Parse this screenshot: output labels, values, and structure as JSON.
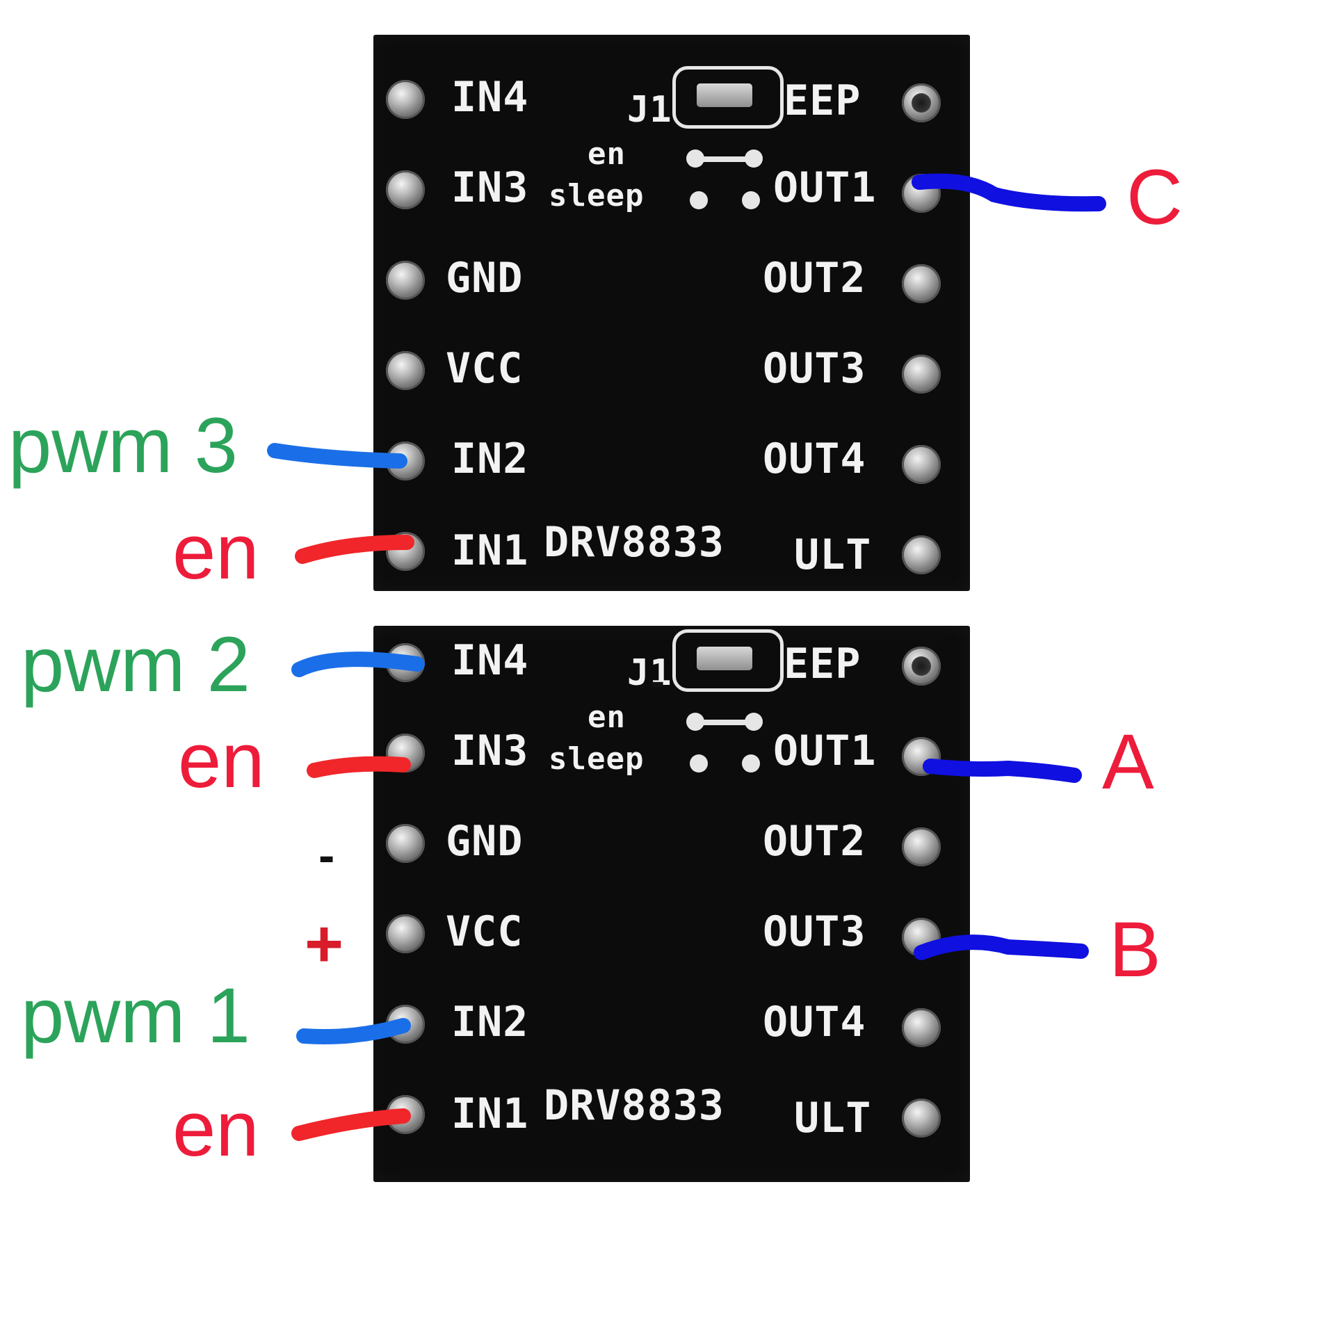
{
  "boards": [
    {
      "chip": "DRV8833",
      "jumper": "J1",
      "jumper_text_1": "en",
      "jumper_text_2": "sleep",
      "left_pins": [
        "IN4",
        "IN3",
        "GND",
        "VCC",
        "IN2",
        "IN1"
      ],
      "right_pins": [
        "EEP",
        "OUT1",
        "OUT2",
        "OUT3",
        "OUT4",
        "ULT"
      ]
    },
    {
      "chip": "DRV8833",
      "jumper": "J1",
      "jumper_text_1": "en",
      "jumper_text_2": "sleep",
      "left_pins": [
        "IN4",
        "IN3",
        "GND",
        "VCC",
        "IN2",
        "IN1"
      ],
      "right_pins": [
        "EEP",
        "OUT1",
        "OUT2",
        "OUT3",
        "OUT4",
        "ULT"
      ]
    }
  ],
  "annotations": {
    "top_pwm": "pwm 3",
    "top_en": "en",
    "top_out": "C",
    "bottom_pwm_in4": "pwm 2",
    "bottom_en_in3": "en",
    "bottom_gnd": "-",
    "bottom_vcc": "+",
    "bottom_pwm_in2": "pwm 1",
    "bottom_en_in1": "en",
    "bottom_out1": "A",
    "bottom_out3": "B",
    "jumper_mark": "-"
  },
  "colors": {
    "pwm_text": "#2ca35a",
    "en_text": "#ed1c3a",
    "output_text": "#ed1c3a",
    "pwm_wire": "#1a6fe8",
    "en_wire": "#f0262a",
    "output_wire": "#1010e0"
  }
}
